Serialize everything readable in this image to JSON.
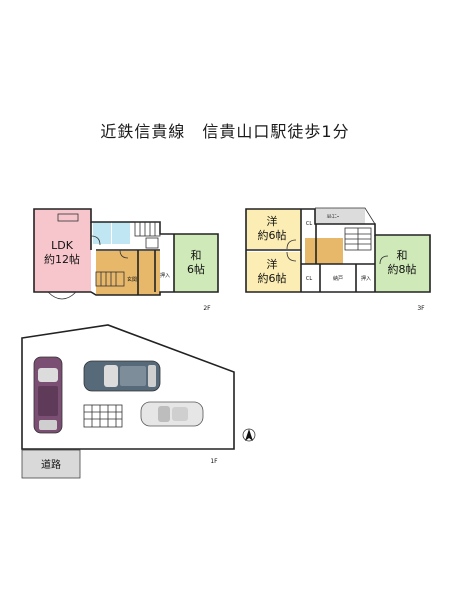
{
  "title": "近鉄信貴線　信貴山口駅徒歩1分",
  "floor2": {
    "ldk_name": "LDK",
    "ldk_size": "約12帖",
    "washitsu_name": "和",
    "washitsu_size": "6帖",
    "genkan": "玄関",
    "oshiire": "押入",
    "floor_label": "2F"
  },
  "floor3": {
    "youshitsu1_name": "洋",
    "youshitsu1_size": "約6帖",
    "youshitsu2_name": "洋",
    "youshitsu2_size": "約6帖",
    "balcony": "ﾙﾙｺﾆｰ",
    "cl1": "CL",
    "cl2": "CL",
    "nando": "納戸",
    "oshiire": "押入",
    "washitsu_name": "和",
    "washitsu_size": "約8帖",
    "floor_label": "3F"
  },
  "floor1": {
    "road": "道路",
    "floor_label": "1F"
  },
  "colors": {
    "ldk": "#f6c6cc",
    "washitsu": "#cfe9b8",
    "youshitsu": "#fbedb3",
    "hall": "#e8b86a",
    "water": "#bfe6f2",
    "road": "#d9d9d9"
  },
  "icons": [
    "compass-icon",
    "car-icon",
    "stairs-icon",
    "door-icon"
  ]
}
